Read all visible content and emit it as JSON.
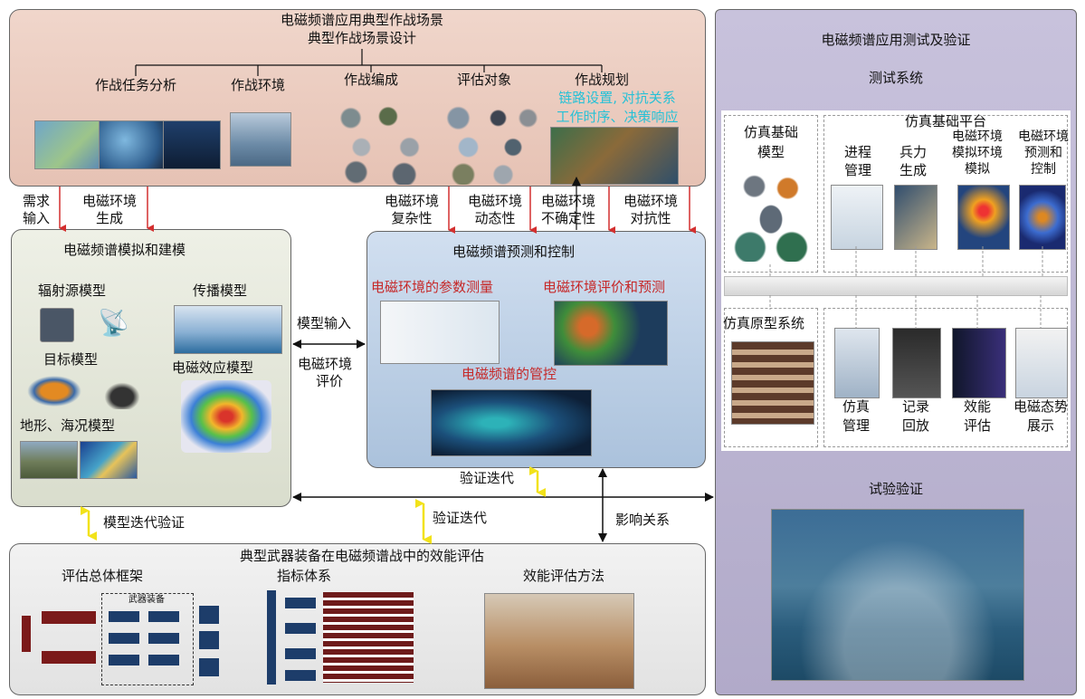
{
  "top": {
    "title": "电磁频谱应用典型作战场景",
    "subtitle": "典型作战场景设计",
    "items": [
      "作战任务分析",
      "作战环境",
      "作战编成",
      "评估对象",
      "作战规划"
    ],
    "planning_note_1": "链路设置, 对抗关系",
    "planning_note_2": "工作时序、决策响应"
  },
  "arrows_labels": {
    "req_1": "需求",
    "req_2": "输入",
    "env_gen_1": "电磁环境",
    "env_gen_2": "生成",
    "complex_1": "电磁环境",
    "complex_2": "复杂性",
    "dynamic_1": "电磁环境",
    "dynamic_2": "动态性",
    "uncertain_1": "电磁环境",
    "uncertain_2": "不确定性",
    "antagonism_1": "电磁环境",
    "antagonism_2": "对抗性"
  },
  "modeling": {
    "title": "电磁频谱模拟和建模",
    "radiation": "辐射源模型",
    "propagation": "传播模型",
    "target": "目标模型",
    "effect": "电磁效应模型",
    "terrain": "地形、海况模型"
  },
  "middle_labels": {
    "model_input": "模型输入",
    "env_eval_1": "电磁环境",
    "env_eval_2": "评价"
  },
  "prediction": {
    "title": "电磁频谱预测和控制",
    "param": "电磁环境的参数测量",
    "eval_predict": "电磁环境评价和预测",
    "control": "电磁频谱的管控"
  },
  "bottom_labels": {
    "verify_iter_1": "验证迭代",
    "model_iter": "模型迭代验证",
    "verify_iter_2": "验证迭代",
    "influence": "影响关系"
  },
  "evaluation": {
    "title": "典型武器装备在电磁频谱战中的效能评估",
    "framework": "评估总体框架",
    "index": "指标体系",
    "method": "效能评估方法",
    "framework_inner": "武器装备"
  },
  "right": {
    "title": "电磁频谱应用测试及验证",
    "test_system": "测试系统",
    "sim_base_1": "仿真基础",
    "sim_base_2": "模型",
    "platform": "仿真基础平台",
    "col1_1": "进程",
    "col1_2": "管理",
    "col2_1": "兵力",
    "col2_2": "生成",
    "col3_1": "电磁环境",
    "col3_2": "模拟环境",
    "col3_3": "模拟",
    "col4_1": "电磁环境",
    "col4_2": "预测和",
    "col4_3": "控制",
    "proto": "仿真原型系统",
    "b1_1": "仿真",
    "b1_2": "管理",
    "b2_1": "记录",
    "b2_2": "回放",
    "b3_1": "效能",
    "b3_2": "评估",
    "b4_1": "电磁态势",
    "b4_2": "展示",
    "experiment": "试验验证"
  },
  "colors": {
    "top_panel": "#ecccc0",
    "left_panel": "#e3e6d8",
    "center_panel": "#c3d4e8",
    "bottom_panel": "#ececec",
    "right_panel": "#b9b2cf",
    "red_arrow": "#d32f2f",
    "yellow_arrow": "#f2e21a"
  }
}
